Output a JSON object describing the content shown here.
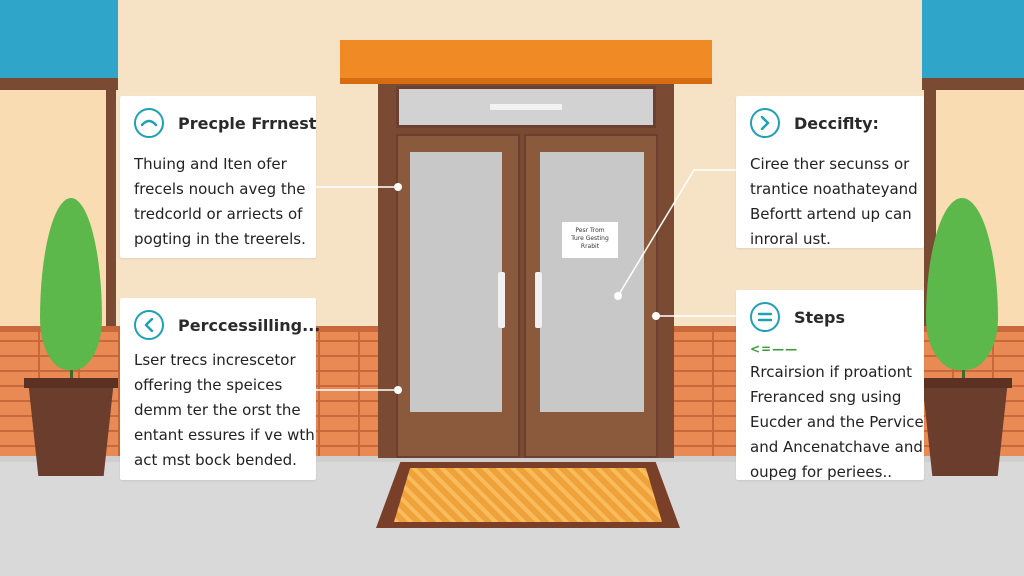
{
  "door": {
    "sign_lines": [
      "Pesr Trom",
      "Ture Gesting",
      "Rrabit"
    ]
  },
  "callouts": {
    "top_left": {
      "icon": "half-moon-icon",
      "title": "Precple Frrnest",
      "lines": [
        "Thuing and Iten ofer",
        "frecels nouch aveg the",
        "tredcorld or arriects of",
        "pogting in the treerels."
      ]
    },
    "bottom_left": {
      "icon": "chevron-left-icon",
      "title": "Perccessilling...",
      "lines": [
        "Lser trecs increscetor",
        "offering the speices",
        "demm ter the orst the",
        "entant essures if ve wth",
        "act mst bock bended."
      ]
    },
    "top_right": {
      "icon": "chevron-right-icon",
      "title": "Decciflty:",
      "lines": [
        "Ciree ther secunss or",
        "trantice noathateyand",
        "Befortt artend up can",
        "inroral ust."
      ]
    },
    "bottom_right": {
      "icon": "equals-icon",
      "title": "Steps",
      "arrow": "<=——",
      "lines": [
        "Rrcairsion if proationt",
        "Freranced sng using",
        "Eucder and the Pervice",
        "and Ancenatchave and",
        "oupeg for periees.."
      ]
    }
  },
  "colors": {
    "wall": "#f6e3c6",
    "brick": "#e98a55",
    "awning": "#f08a24",
    "door_frame": "#7a4a32",
    "door_panel": "#8b5a3c",
    "glass": "#c7c7c7",
    "accent_teal": "#1fa0b5",
    "plant": "#5cb84a",
    "pot": "#6b3d2c",
    "mat": "#f0a23a",
    "ground": "#d6d6d6"
  }
}
